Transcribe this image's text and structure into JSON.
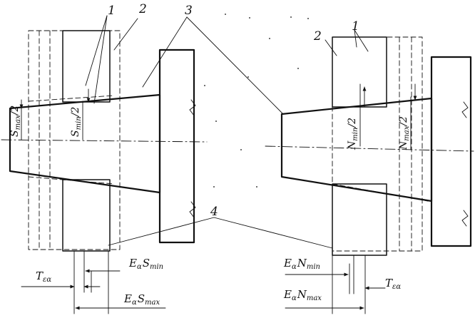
{
  "labels": {
    "part_1": "1",
    "part_2": "2",
    "part_3": "3",
    "part_4": "4"
  },
  "left": {
    "s_max_half": {
      "main": "S",
      "sub": "max",
      "tail": "/2"
    },
    "s_min_half": {
      "main": "S",
      "sub": "min",
      "tail": "/2"
    },
    "t_e_alpha": {
      "main": "T",
      "sub": "εα"
    },
    "e_alpha_s_min": {
      "main": "E",
      "sub": "α",
      "main2": "S",
      "sub2": "min"
    },
    "e_alpha_s_max": {
      "main": "E",
      "sub": "α",
      "main2": "S",
      "sub2": "max"
    }
  },
  "right": {
    "n_min_half": {
      "main": "N",
      "sub": "min",
      "tail": "/2"
    },
    "n_max_half": {
      "main": "N",
      "sub": "max",
      "tail": "/2"
    },
    "t_e_alpha": {
      "main": "T",
      "sub": "εα"
    },
    "e_alpha_n_min": {
      "main": "E",
      "sub": "α",
      "main2": "N",
      "sub2": "min"
    },
    "e_alpha_n_max": {
      "main": "E",
      "sub": "α",
      "main2": "N",
      "sub2": "max"
    }
  }
}
